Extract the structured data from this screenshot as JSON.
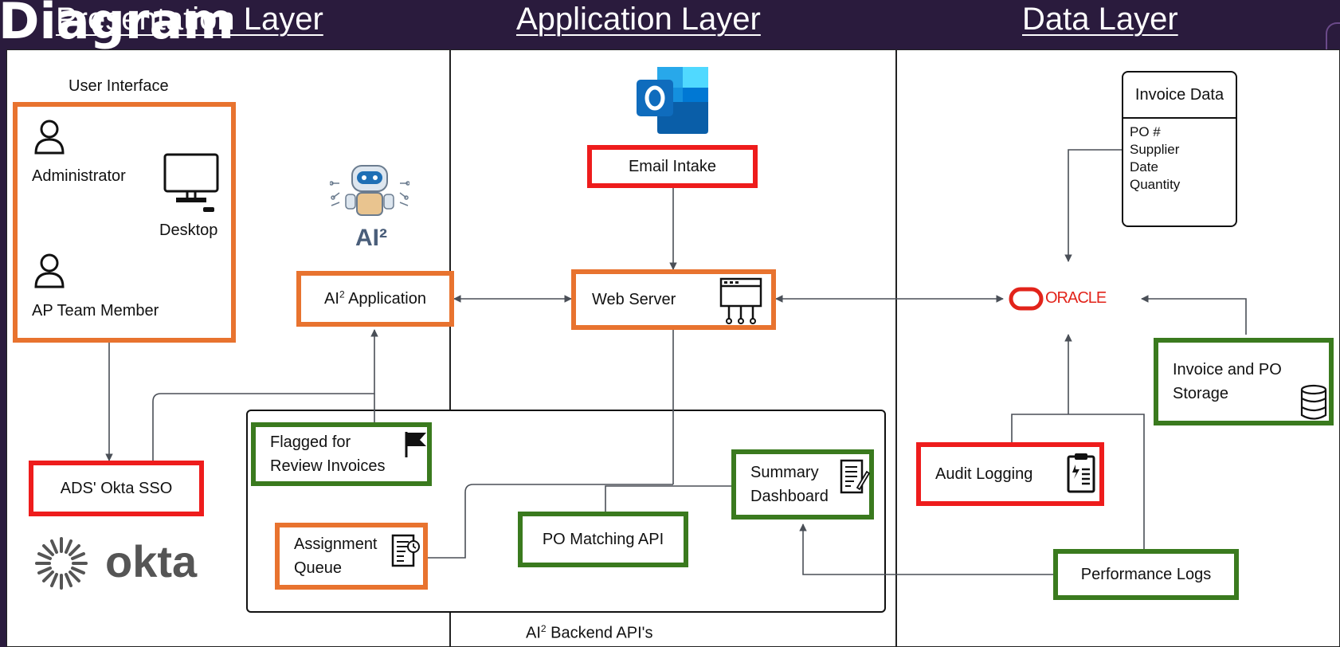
{
  "slide_title": "Diagram",
  "layers": {
    "presentation": "Presentation Layer",
    "application": "Application Layer",
    "data": "Data Layer"
  },
  "presentation": {
    "ui_label": "User Interface",
    "admin": "Administrator",
    "desktop": "Desktop",
    "ap_member": "AP Team Member",
    "sso": "ADS' Okta SSO",
    "okta_logo": "okta",
    "ai_logo": "AI²",
    "ai_app_main": "AI",
    "ai_app_sup": "2",
    "ai_app_rest": " Application"
  },
  "application": {
    "email_intake": "Email Intake",
    "web_server": "Web Server",
    "flagged_line1": "Flagged for",
    "flagged_line2": "Review Invoices",
    "assignment_line1": "Assignment",
    "assignment_line2": "Queue",
    "po_matching": "PO Matching API",
    "summary_line1": "Summary",
    "summary_line2": "Dashboard",
    "backend_main": "AI",
    "backend_sup": "2",
    "backend_rest": " Backend API's"
  },
  "data": {
    "invoice_data_title": "Invoice Data",
    "invoice_fields": [
      "PO #",
      "Supplier",
      "Date",
      "Quantity"
    ],
    "oracle": "ORACLE",
    "storage_line1": "Invoice and PO",
    "storage_line2": "Storage",
    "audit_logging": "Audit Logging",
    "performance_logs": "Performance Logs"
  },
  "colors": {
    "background": "#2a1b3d",
    "orange": "#e8732f",
    "green": "#3a7a1e",
    "red": "#ee1c1c",
    "oracle_red": "#e2231a",
    "outlook_blue": "#0f6cbd",
    "arrow": "#4a4f57"
  }
}
